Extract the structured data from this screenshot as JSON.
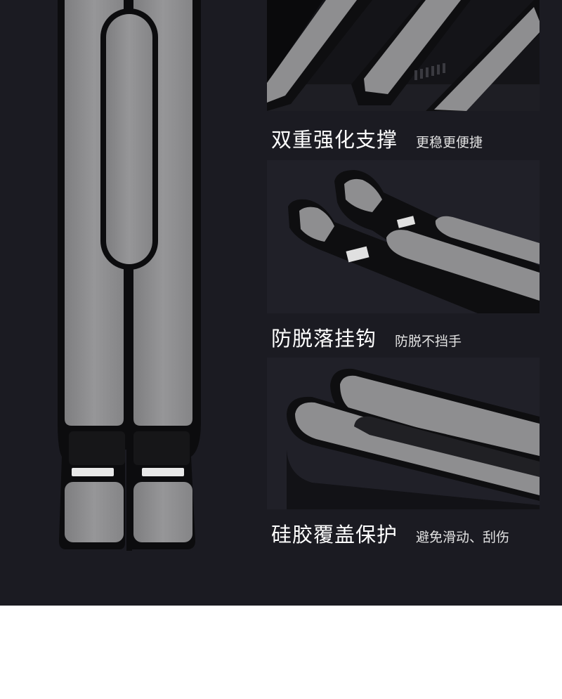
{
  "features": [
    {
      "title": "双重强化支撑",
      "subtitle": "更稳更便捷"
    },
    {
      "title": "防脱落挂钩",
      "subtitle": "防脱不挡手"
    },
    {
      "title": "硅胶覆盖保护",
      "subtitle": "避免滑动、刮伤"
    }
  ],
  "colors": {
    "background": "#1b1b22",
    "frame": "#0e0e10",
    "silicone_pad": "#8e8e90",
    "text": "#ffffff"
  }
}
